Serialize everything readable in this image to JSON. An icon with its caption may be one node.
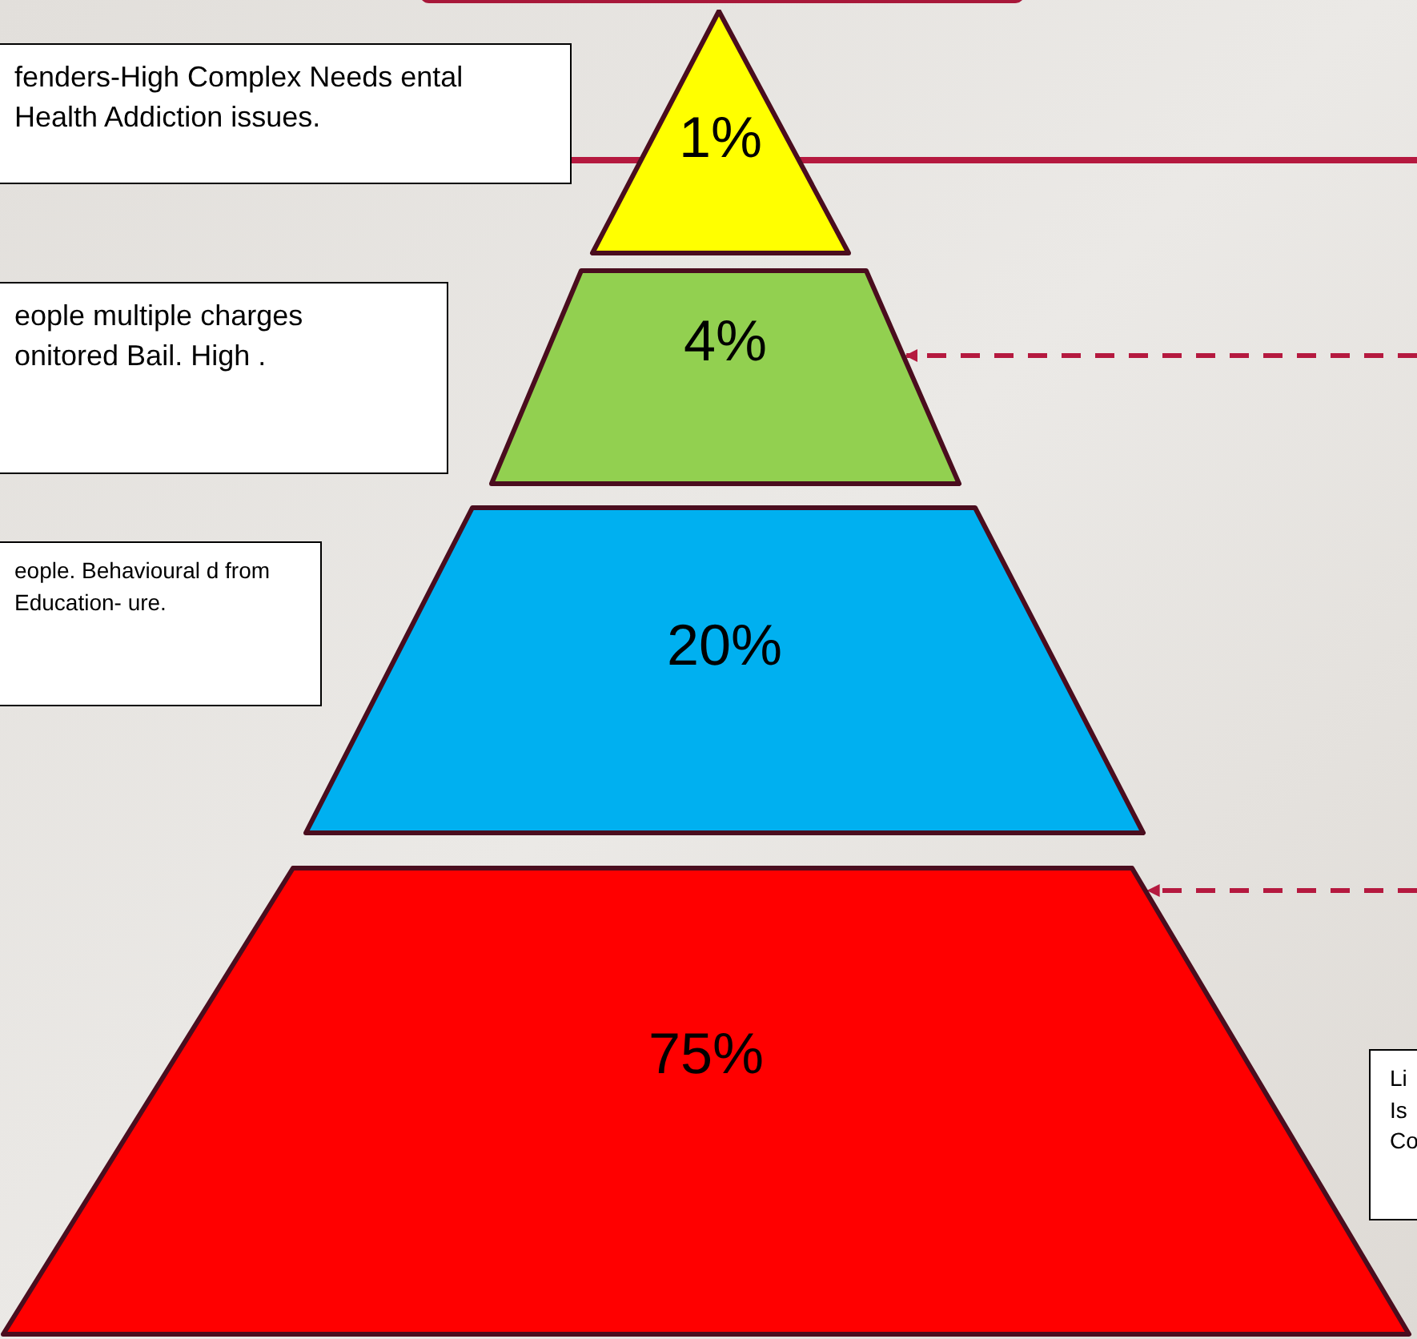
{
  "diagram": {
    "nodes": [
      {
        "text": [],
        "shape": "box"
      },
      {
        "text": [
          "fenders-High Complex Needs ental Health Addiction issues."
        ]
      },
      {
        "text": [
          "1%"
        ]
      },
      {
        "text": [
          "eople multiple charges onitored Bail. High ."
        ]
      },
      {
        "text": [
          "4%"
        ]
      },
      {
        "text": [
          "eople. Behavioural d from Education- ure."
        ]
      },
      {
        "text": [
          "20%"
        ]
      },
      {
        "text": [
          "75%"
        ]
      },
      {
        "text": [
          "Li Is Co"
        ]
      }
    ],
    "edges": [
      {
        "from": 1,
        "to": null,
        "arrow": "none"
      },
      {
        "from": null,
        "to": 4,
        "arrow": "to",
        "style": "dashed"
      },
      {
        "from": null,
        "to": 7,
        "arrow": "to",
        "style": "dashed"
      }
    ]
  }
}
